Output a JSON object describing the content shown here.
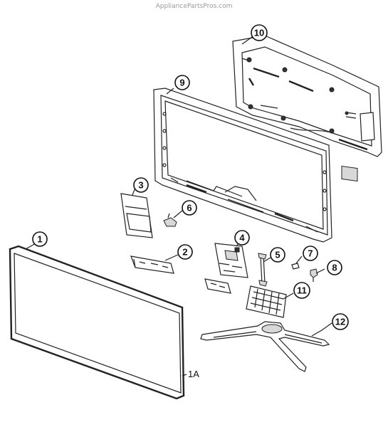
{
  "watermark": "AppliancePartsPros.com",
  "callouts": {
    "c1": "1",
    "c1a": "1A",
    "c2": "2",
    "c3": "3",
    "c4": "4",
    "c5": "5",
    "c6": "6",
    "c7": "7",
    "c8": "8",
    "c9": "9",
    "c10": "10",
    "c11": "11",
    "c12": "12"
  }
}
